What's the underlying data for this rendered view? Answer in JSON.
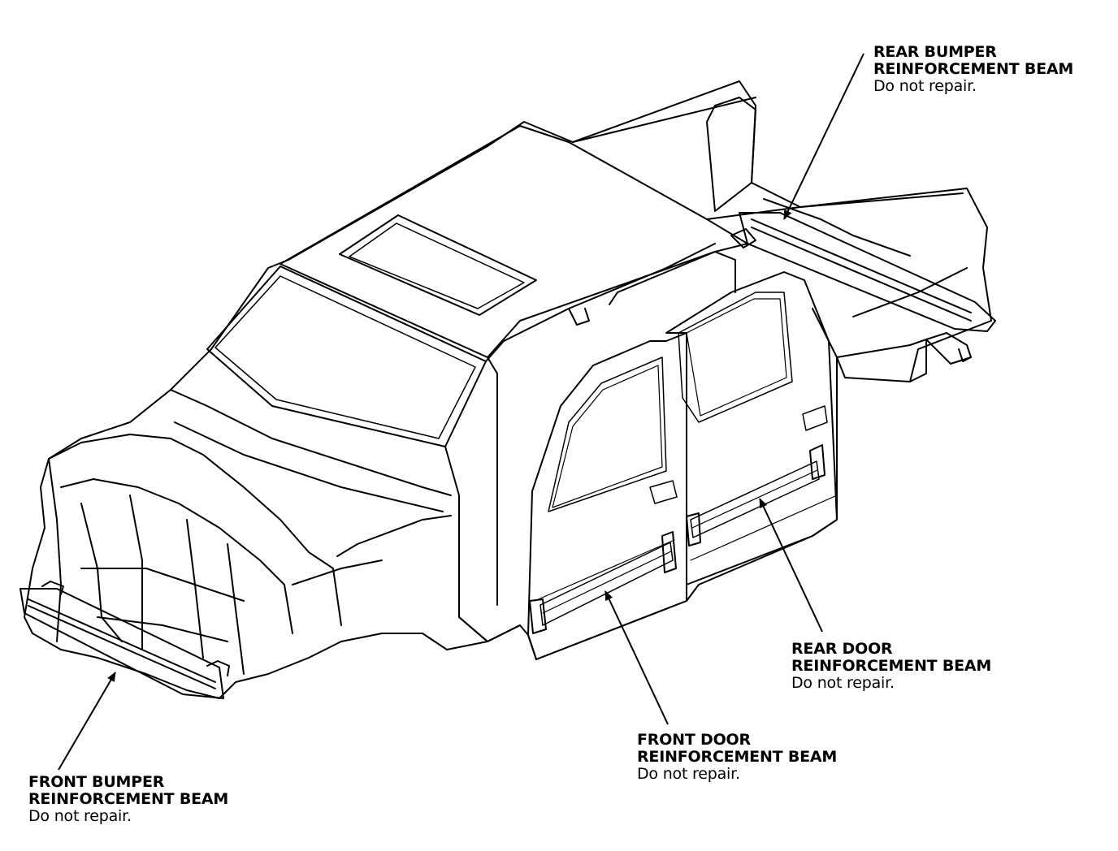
{
  "callouts": {
    "rear_bumper": {
      "line1": "REAR BUMPER",
      "line2": "REINFORCEMENT BEAM",
      "note": "Do not repair."
    },
    "rear_door": {
      "line1": "REAR DOOR",
      "line2": "REINFORCEMENT BEAM",
      "note": "Do not repair."
    },
    "front_door": {
      "line1": "FRONT DOOR",
      "line2": "REINFORCEMENT BEAM",
      "note": "Do not repair."
    },
    "front_bumper": {
      "line1": "FRONT BUMPER",
      "line2": "REINFORCEMENT BEAM",
      "note": "Do not repair."
    }
  },
  "colors": {
    "line": "#000000",
    "background": "#ffffff"
  }
}
